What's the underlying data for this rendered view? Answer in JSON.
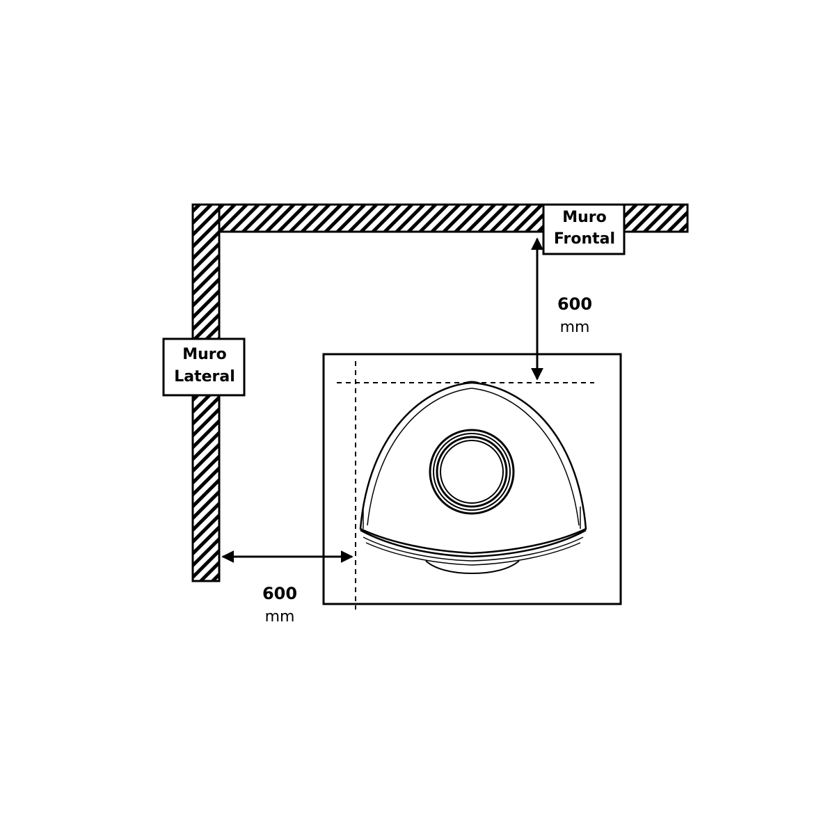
{
  "labels": {
    "front_wall": [
      "Muro",
      "Frontal"
    ],
    "side_wall": [
      "Muro",
      "Lateral"
    ]
  },
  "dimensions": {
    "front_clearance": {
      "value": "600",
      "unit": "mm"
    },
    "side_clearance": {
      "value": "600",
      "unit": "mm"
    }
  },
  "colors": {
    "ink": "#000000",
    "background": "#ffffff"
  }
}
